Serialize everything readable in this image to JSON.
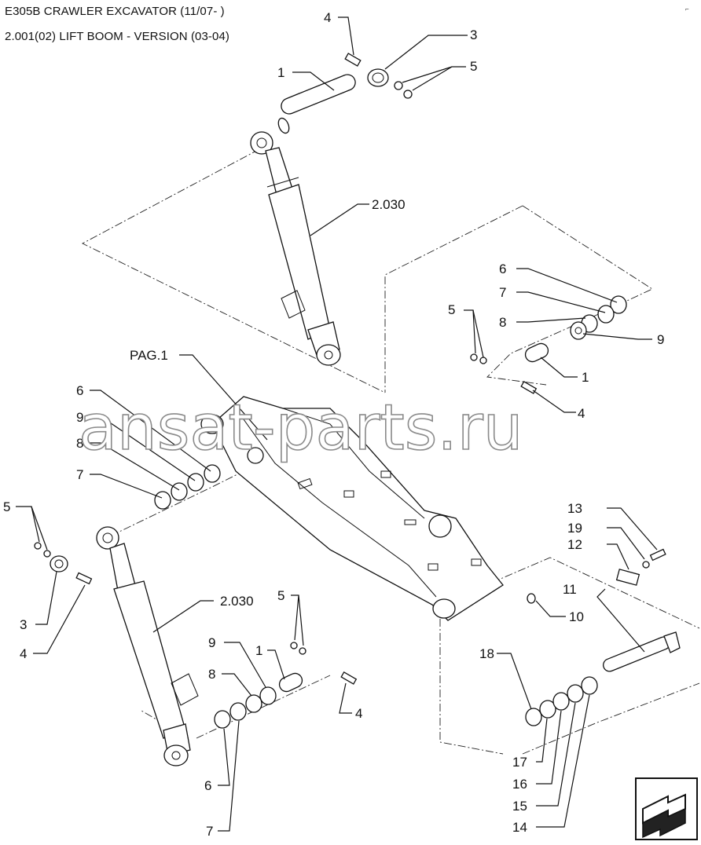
{
  "header": {
    "title": "E305B CRAWLER EXCAVATOR (11/07- )",
    "subtitle": "2.001(02) LIFT BOOM - VERSION (03-04)"
  },
  "watermark": "ansat-parts.ru",
  "callouts": {
    "top_4": "4",
    "top_3": "3",
    "top_1": "1",
    "top_5": "5",
    "cyl_top": "2.030",
    "r_6": "6",
    "r_7": "7",
    "r_8": "8",
    "r_9": "9",
    "r_5": "5",
    "r_1": "1",
    "r_4": "4",
    "pag": "PAG.1",
    "l_6": "6",
    "l_9": "9",
    "l_8": "8",
    "l_7": "7",
    "l_5": "5",
    "l_3": "3",
    "l_4": "4",
    "cyl_bot": "2.030",
    "b_9": "9",
    "b_1": "1",
    "b_8": "8",
    "b_5": "5",
    "b_4": "4",
    "b_6": "6",
    "b_7": "7",
    "r_13": "13",
    "r_19": "19",
    "r_12": "12",
    "r_11": "11",
    "r_10": "10",
    "r_18": "18",
    "r_17": "17",
    "r_16": "16",
    "r_15": "15",
    "r_14": "14"
  },
  "nav_icon": "next-page-arrow-icon",
  "colors": {
    "ink": "#111111",
    "watermark_stroke": "#8a8a8a"
  }
}
